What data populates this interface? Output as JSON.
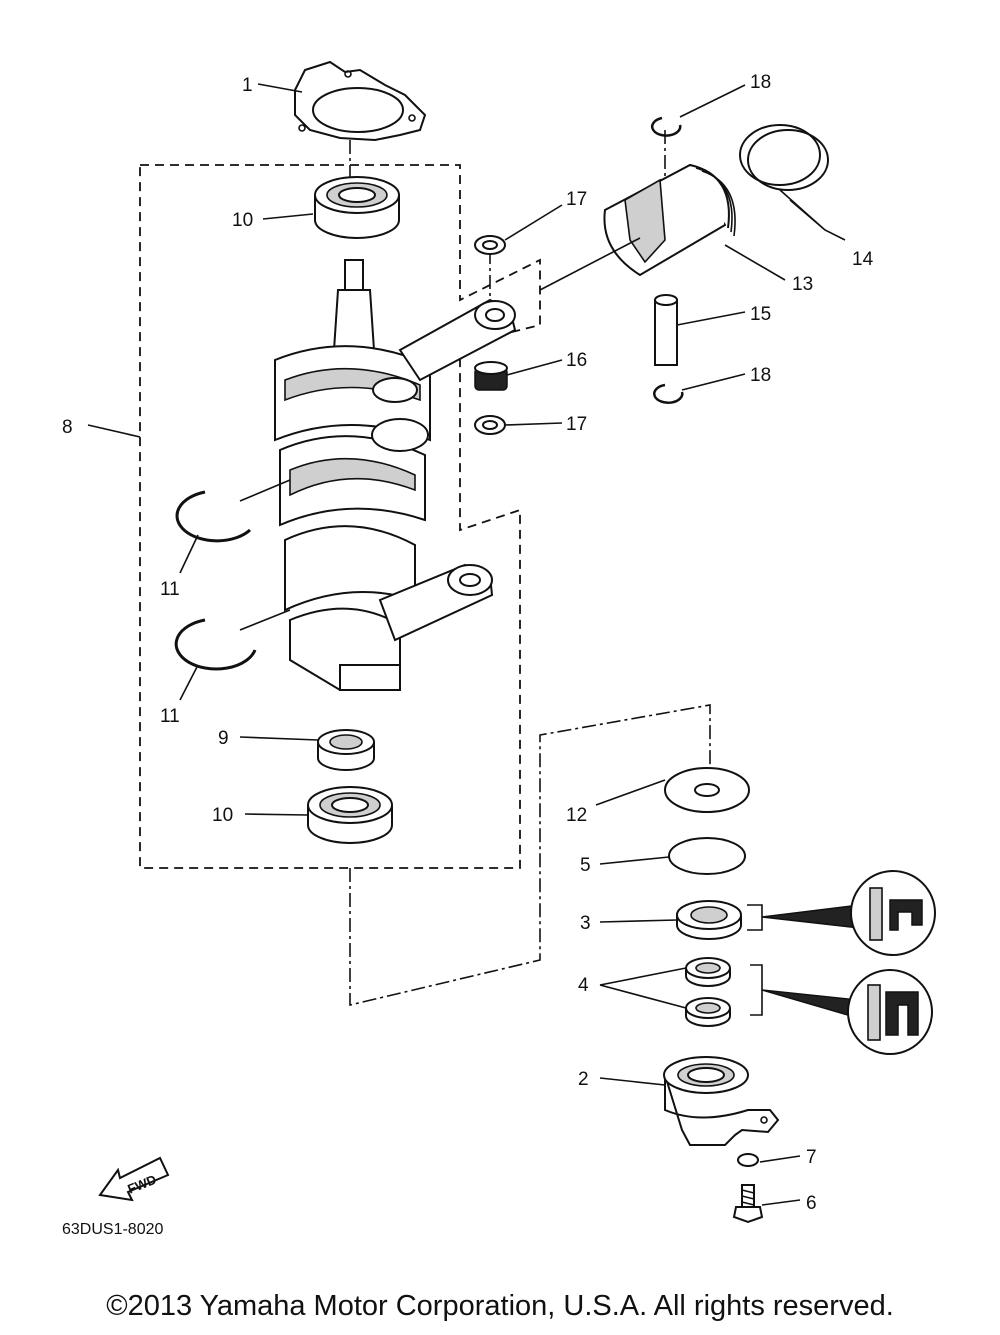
{
  "callouts": {
    "c1": "1",
    "c2": "2",
    "c3": "3",
    "c4": "4",
    "c5": "5",
    "c6": "6",
    "c7": "7",
    "c8": "8",
    "c9": "9",
    "c10a": "10",
    "c10b": "10",
    "c11a": "11",
    "c11b": "11",
    "c12": "12",
    "c13": "13",
    "c14": "14",
    "c15": "15",
    "c16": "16",
    "c17a": "17",
    "c17b": "17",
    "c18a": "18",
    "c18b": "18"
  },
  "fwd_label": "FWD",
  "diagram_code": "63DUS1-8020",
  "copyright": "©2013 Yamaha Motor Corporation, U.S.A. All rights reserved."
}
